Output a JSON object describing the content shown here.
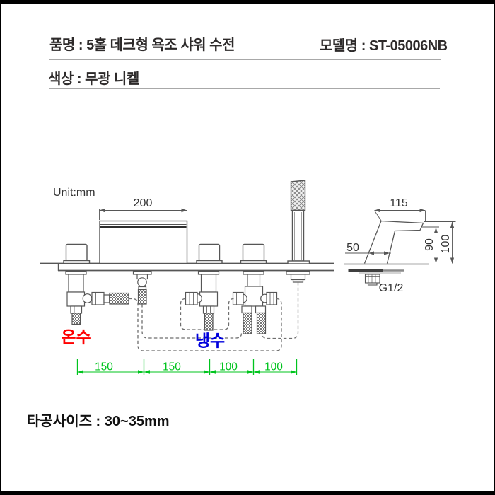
{
  "header": {
    "product_label": "품명 : 5홀 데크형 욕조 샤워 수전",
    "model_label": "모델명 : ST-05006NB",
    "color_label": "색상 : 무광 니켈"
  },
  "drawing": {
    "unit_note": "Unit:mm",
    "front_view": {
      "spout_width_mm": "200",
      "hole_spacings_mm": [
        "150",
        "150",
        "100",
        "100"
      ],
      "hot_water_label": "온수",
      "cold_water_label": "냉수"
    },
    "side_view": {
      "top_reach_mm": "115",
      "base_depth_mm": "50",
      "spout_height_mm": "90",
      "total_height_mm": "100",
      "connection_thread": "G1/2"
    }
  },
  "footer": {
    "hole_size_label": "타공사이즈 : 30~35mm"
  },
  "colors": {
    "hot": "#ff0000",
    "cold": "#0000dd",
    "dimension_green": "#00c41e",
    "line_gray": "#565656"
  }
}
